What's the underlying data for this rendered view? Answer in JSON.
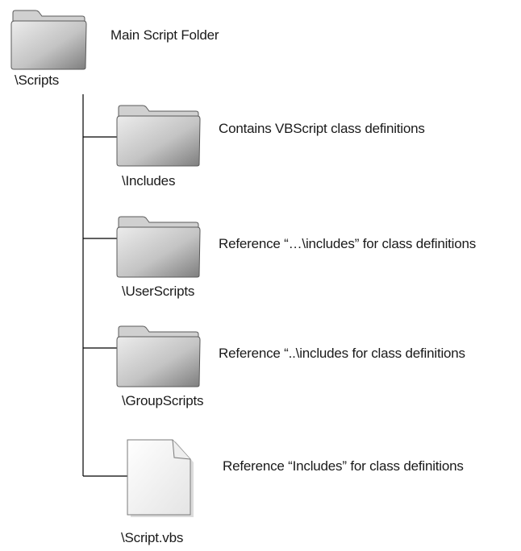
{
  "root": {
    "name": "\\Scripts",
    "description": "Main Script Folder",
    "icon": "folder-icon"
  },
  "children": [
    {
      "name": "\\Includes",
      "description": "Contains VBScript class definitions",
      "icon": "folder-icon"
    },
    {
      "name": "\\UserScripts",
      "description": "Reference “…\\includes” for class definitions",
      "icon": "folder-icon"
    },
    {
      "name": "\\GroupScripts",
      "description": "Reference “..\\includes for class definitions",
      "icon": "folder-icon"
    },
    {
      "name": "\\Script.vbs",
      "description": "Reference “Includes” for class definitions",
      "icon": "document-icon"
    }
  ],
  "colors": {
    "line": "#000000",
    "folder_fill_light": "#e2e2e2",
    "folder_fill_dark": "#8a8a8a",
    "folder_stroke": "#5a5a5a",
    "document_fill": "#ffffff",
    "document_stroke": "#7a7a7a"
  }
}
